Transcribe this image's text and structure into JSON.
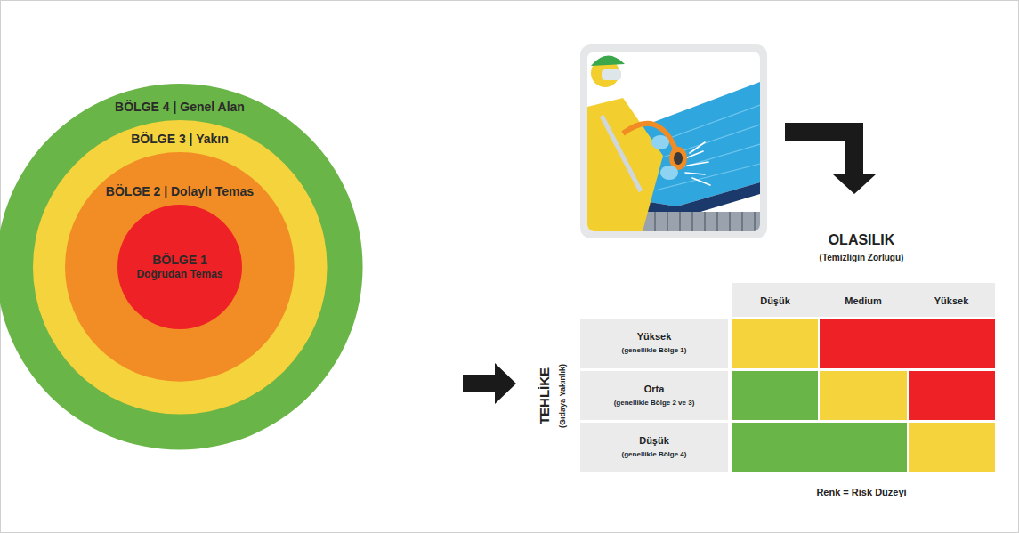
{
  "diagram": {
    "nodes": [
      {
        "text": [
          "BÖLGE 4 | Genel Alan"
        ]
      },
      {
        "text": [
          "BÖLGE 3 | Yakın"
        ],
        "in": 0
      },
      {
        "text": [
          "BÖLGE 2 | Dolaylı Temas"
        ],
        "in": 1
      },
      {
        "text": [
          "BÖLGE 1",
          "Doğrudan Temas"
        ],
        "in": 2
      }
    ],
    "labels": [
      "OLASILIK",
      "(Temizliğin Zorluğu)",
      "Düşük",
      "Medium",
      "Yüksek",
      "TEHLİKE",
      "(Gıdaya Yakınlık)",
      "Yüksek",
      "(genellikle Bölge 1)",
      "Orta",
      "(genellikle Bölge 2 ve 3)",
      "Düşük",
      "(genellikle Bölge 4)",
      "Renk = Risk Düzeyi"
    ]
  }
}
